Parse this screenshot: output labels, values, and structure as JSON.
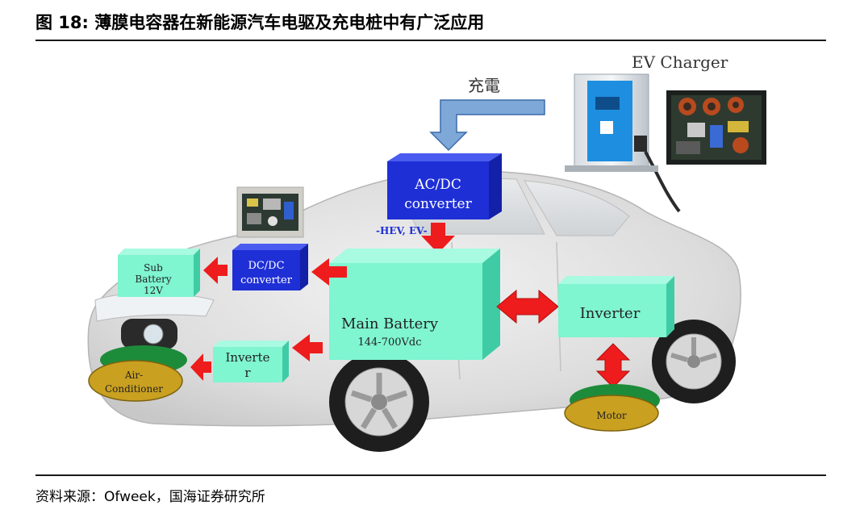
{
  "header": {
    "title": "图 18:  薄膜电容器在新能源汽车电驱及充电桩中有广泛应用"
  },
  "diagram": {
    "ev_charger_label": "EV Charger",
    "charging_label": "充電",
    "ac_dc": {
      "line1": "AC/DC",
      "line2": "converter"
    },
    "hev_ev_label": "-HEV, EV-",
    "dc_dc": {
      "line1": "DC/DC",
      "line2": "converter"
    },
    "sub_battery": {
      "line1": "Sub",
      "line2": "Battery",
      "line3": "12V"
    },
    "main_battery": {
      "line1": "Main Battery",
      "line2": "144-700Vdc"
    },
    "inverter_main": "Inverter",
    "inverter_small": {
      "line1": "Inverte",
      "line2": "r"
    },
    "air_conditioner": {
      "line1": "Air-",
      "line2": "Conditioner"
    },
    "motor": "Motor",
    "colors": {
      "blue_box": "#1f2fd6",
      "teal_box": "#7ff5d0",
      "arrow_red": "#ee1c1c",
      "oval_gold": "#c9a020",
      "oval_green": "#1d8c3a"
    }
  },
  "footer": {
    "source": "资料来源：Ofweek，国海证券研究所"
  }
}
